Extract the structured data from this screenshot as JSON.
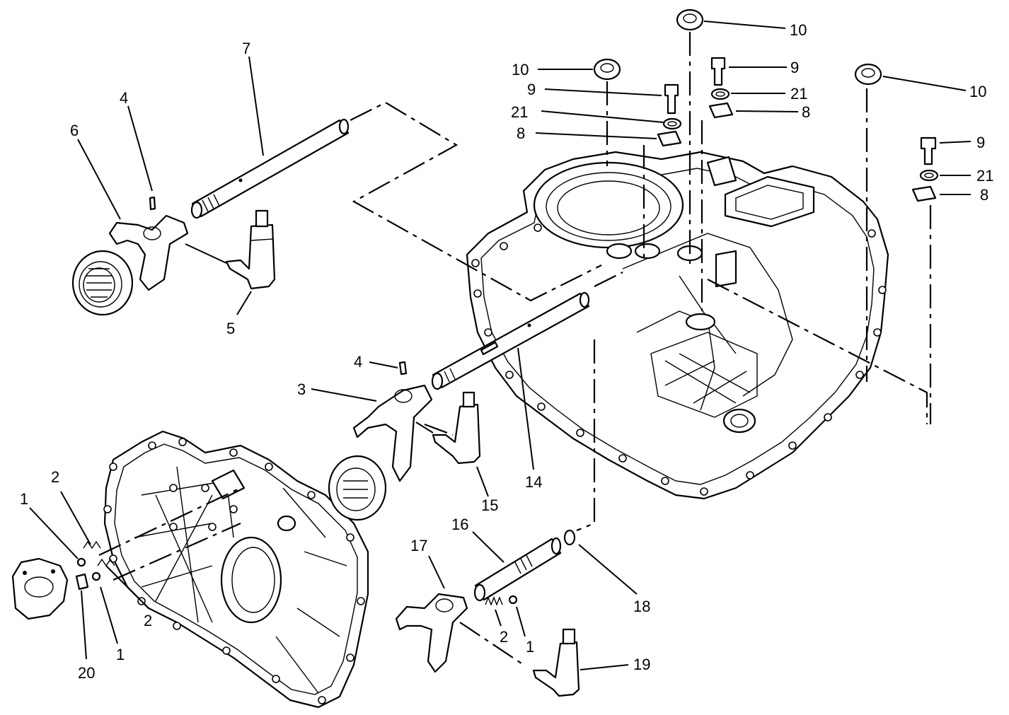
{
  "diagram": {
    "callouts": [
      "10",
      "10",
      "10",
      "9",
      "9",
      "9",
      "21",
      "21",
      "21",
      "8",
      "8",
      "8",
      "7",
      "4",
      "6",
      "5",
      "4",
      "3",
      "14",
      "15",
      "16",
      "17",
      "18",
      "2",
      "1",
      "2",
      "1",
      "20",
      "2",
      "1",
      "19"
    ]
  }
}
